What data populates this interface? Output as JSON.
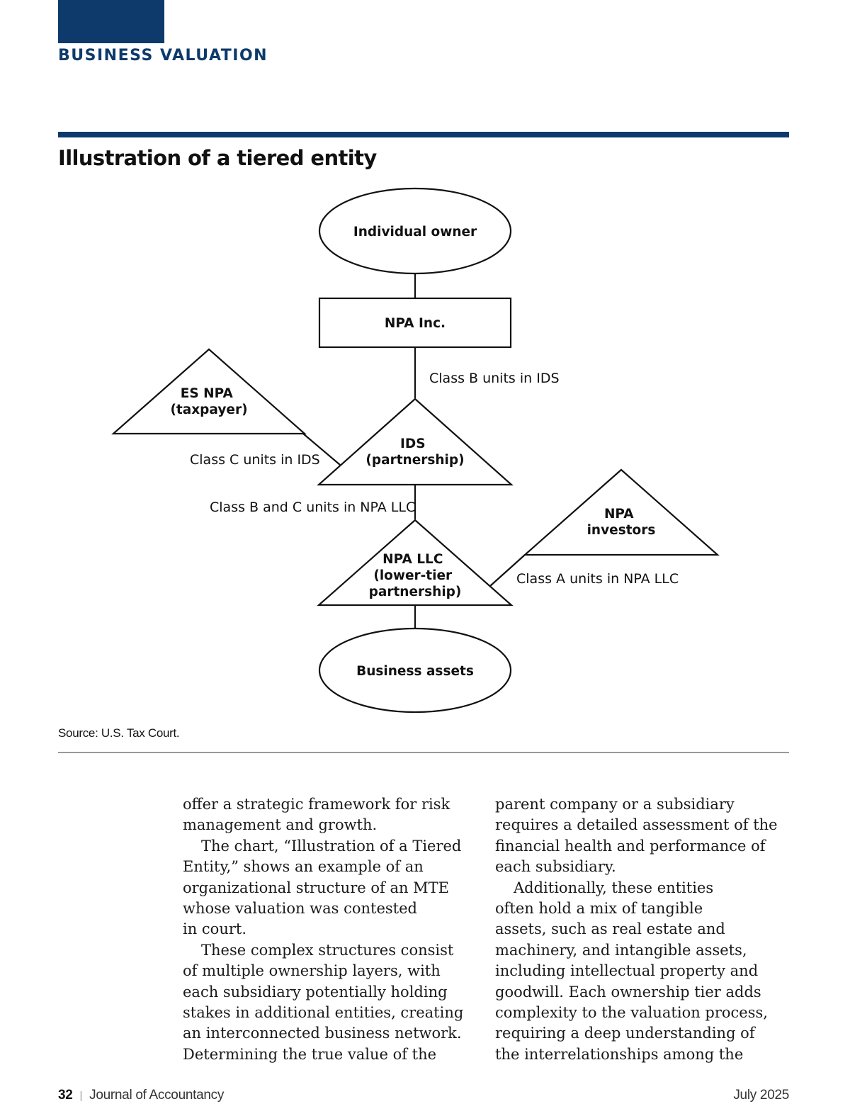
{
  "header": {
    "section_label": "BUSINESS VALUATION",
    "accent_color": "#0d3a6b"
  },
  "figure": {
    "title": "Illustration of a tiered entity",
    "source": "Source: U.S. Tax Court.",
    "nodes": {
      "individual_owner": [
        "Individual owner"
      ],
      "npa_inc": [
        "NPA Inc."
      ],
      "es_npa": [
        "ES NPA",
        "(taxpayer)"
      ],
      "ids": [
        "IDS",
        "(partnership)"
      ],
      "npa_investors": [
        "NPA",
        "investors"
      ],
      "npa_llc": [
        "NPA LLC",
        "(lower-tier",
        "partnership)"
      ],
      "business_assets": [
        "Business assets"
      ]
    },
    "edge_labels": {
      "class_b_ids": "Class B units in IDS",
      "class_c_ids": "Class C units in IDS",
      "class_bc_llc": "Class B and C units in NPA LLC",
      "class_a_llc": "Class A units in NPA LLC"
    }
  },
  "body": {
    "left_column": [
      [
        "offer a strategic framework for risk",
        "management and growth."
      ],
      [
        "The chart, “Illustration of a Tiered",
        "Entity,” shows an example of an",
        "organizational structure of an MTE",
        "whose valuation was contested",
        "in court."
      ],
      [
        "These complex structures consist",
        "of multiple ownership layers, with",
        "each subsidiary potentially holding",
        "stakes in additional entities, creating",
        "an interconnected business network.",
        "Determining the true value of the"
      ]
    ],
    "right_column": [
      [
        "parent company or a subsidiary",
        "requires a detailed assessment of the",
        "financial health and performance of",
        "each subsidiary."
      ],
      [
        "Additionally, these entities",
        "often hold a mix of tangible",
        "assets, such as real estate and",
        "machinery, and intangible assets,",
        "including intellectual property and",
        "goodwill. Each ownership tier adds",
        "complexity to the valuation process,",
        "requiring a deep understanding of",
        "the interrelationships among the"
      ]
    ]
  },
  "footer": {
    "page_number": "32",
    "publication": "Journal of Accountancy",
    "date": "July 2025"
  }
}
